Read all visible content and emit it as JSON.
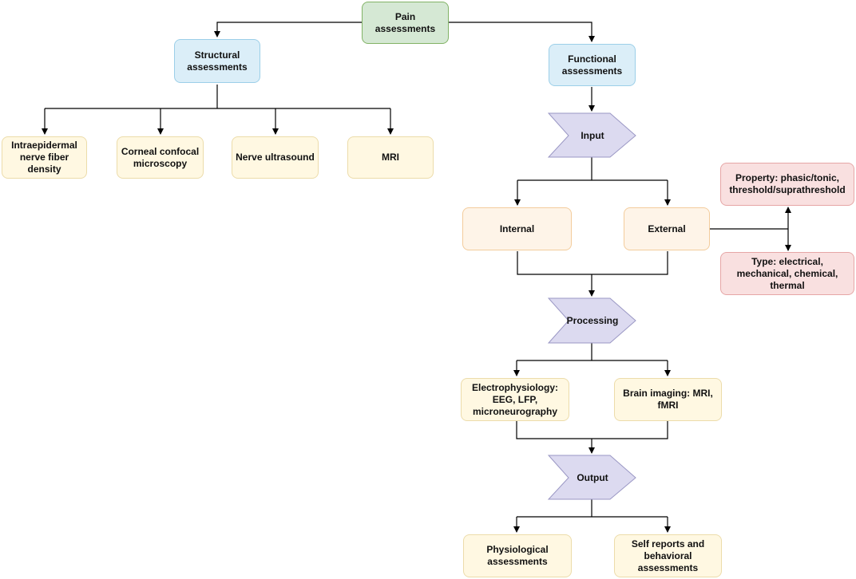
{
  "nodes": {
    "pain": "Pain assessments",
    "structural": "Structural assessments",
    "functional": "Functional assessments",
    "ienfd": "Intraepidermal nerve fiber density",
    "ccm": "Corneal confocal microscopy",
    "nerve_us": "Nerve ultrasound",
    "mri": "MRI",
    "input": "Input",
    "internal": "Internal",
    "external": "External",
    "property": "Property: phasic/tonic, threshold/suprathreshold",
    "type": "Type: electrical, mechanical, chemical, thermal",
    "processing": "Processing",
    "ephys": "Electrophysiology: EEG, LFP, microneurography",
    "brain_imaging": "Brain imaging: MRI, fMRI",
    "output": "Output",
    "physiological": "Physiological assessments",
    "self_reports": "Self reports and behavioral assessments"
  },
  "colors": {
    "root_fill": "#d5e8d4",
    "category_fill": "#dbeef8",
    "method_fill": "#fff8e2",
    "input_type_fill": "#fef4e8",
    "attribute_fill": "#f9e0e0",
    "step_fill": "#dcdaf0",
    "step_stroke": "#9a97c4",
    "connector": "#000000"
  }
}
